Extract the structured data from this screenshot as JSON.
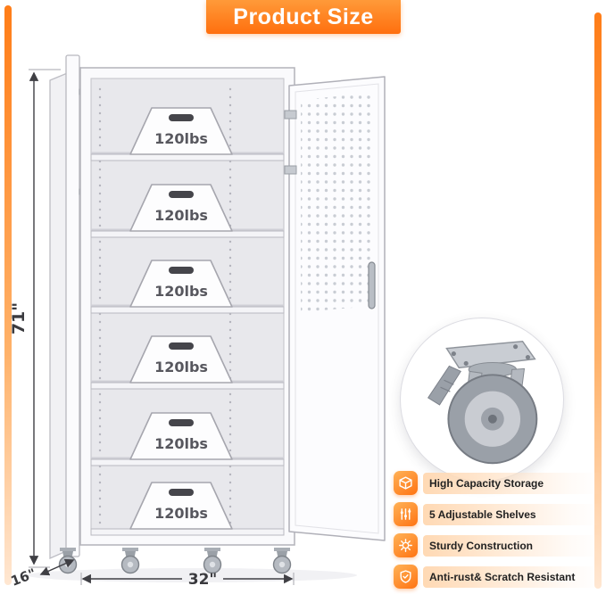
{
  "page": {
    "title_banner": "Product Size"
  },
  "palette": {
    "accent_orange": "#ff7312",
    "accent_orange_light": "#ffb257",
    "band_orange": "#ffd9b4",
    "dim_text": "#3a3a3e"
  },
  "dimensions": {
    "height": "71\"",
    "depth": "16\"",
    "width": "32\""
  },
  "cabinet": {
    "shelf_weight_labels": [
      "120lbs",
      "120lbs",
      "120lbs",
      "120lbs",
      "120lbs",
      "120lbs"
    ]
  },
  "features": [
    {
      "icon": "storage-box-icon",
      "label": "High Capacity Storage"
    },
    {
      "icon": "adjustable-shelves-icon",
      "label": "5 Adjustable Shelves"
    },
    {
      "icon": "sturdy-gear-icon",
      "label": "Sturdy Construction"
    },
    {
      "icon": "shield-icon",
      "label": "Anti-rust& Scratch Resistant"
    }
  ]
}
